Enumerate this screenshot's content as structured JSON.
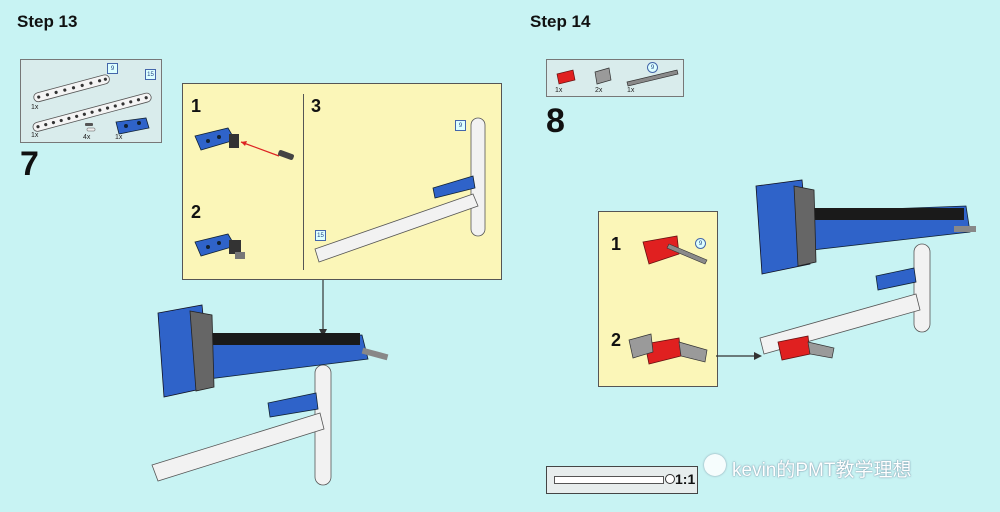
{
  "step13": {
    "title": "Step 13",
    "quantity": "7",
    "parts": [
      {
        "qty": "1x",
        "tag": "9"
      },
      {
        "qty": "1x",
        "tag": "15"
      },
      {
        "qty": "4x"
      },
      {
        "qty": "1x"
      }
    ],
    "subs": [
      {
        "number": "1"
      },
      {
        "number": "2"
      },
      {
        "number": "3",
        "tags": [
          "9",
          "15"
        ]
      }
    ]
  },
  "step14": {
    "title": "Step 14",
    "quantity": "8",
    "parts": [
      {
        "qty": "1x"
      },
      {
        "qty": "2x"
      },
      {
        "qty": "1x",
        "tag": "9"
      }
    ],
    "subs": [
      {
        "number": "1",
        "tag": "9"
      },
      {
        "number": "2"
      }
    ],
    "scale_label": "1:1"
  },
  "watermark": "kevin的PMT教学理想",
  "colors": {
    "background": "#c8f3f3",
    "callout_bg": "#fbf6b8",
    "lego_blue": "#2f63c9",
    "lego_red": "#e02020",
    "lego_white": "#f2f2f2",
    "lego_grey": "#8a8a8a",
    "lego_black": "#1a1a1a"
  }
}
